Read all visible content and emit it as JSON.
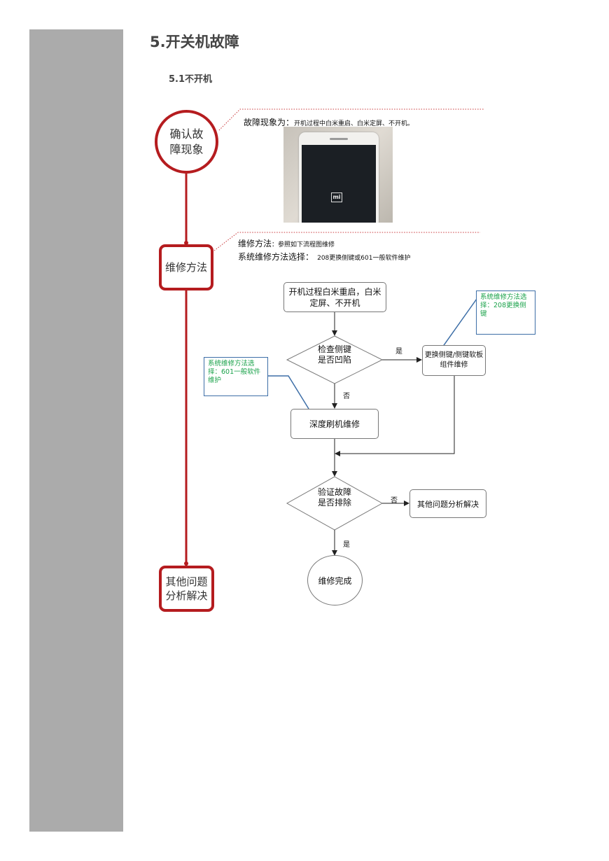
{
  "page": {
    "title": "5.开关机故障",
    "subtitle": "5.1不开机"
  },
  "left_nodes": {
    "confirm": "确认故障现象",
    "method": "维修方法",
    "other": "其他问题分析解决"
  },
  "symptom": {
    "label": "故障现象为：",
    "text": "开机过程中白米重启、白米定屏、不开机。"
  },
  "photo": {
    "logo": "mi"
  },
  "method_note": {
    "label": "维修方法",
    "text": "：参照如下流程图维修",
    "line2_label": "系统维修方法选择：",
    "line2_text": "208更换侧键或601一般软件维护"
  },
  "flow": {
    "start": "开机过程白米重启，白米定屏、不开机",
    "check": "检查侧键是否凹陷",
    "replace": "更换侧键/侧键软板组件维修",
    "flash": "深度刷机维修",
    "verify": "验证故障是否排除",
    "other": "其他问题分析解决",
    "done": "维修完成",
    "yes1": "是",
    "no1": "否",
    "no2": "否",
    "yes2": "是"
  },
  "callouts": {
    "right": "系统维修方法选择：208更换侧键",
    "left": "系统维修方法选择：601一般软件维护"
  },
  "colors": {
    "accent": "#b51c1f",
    "callout_border": "#3d6ea7",
    "callout_text": "#1aa24a",
    "sidebar": "#ababab"
  }
}
